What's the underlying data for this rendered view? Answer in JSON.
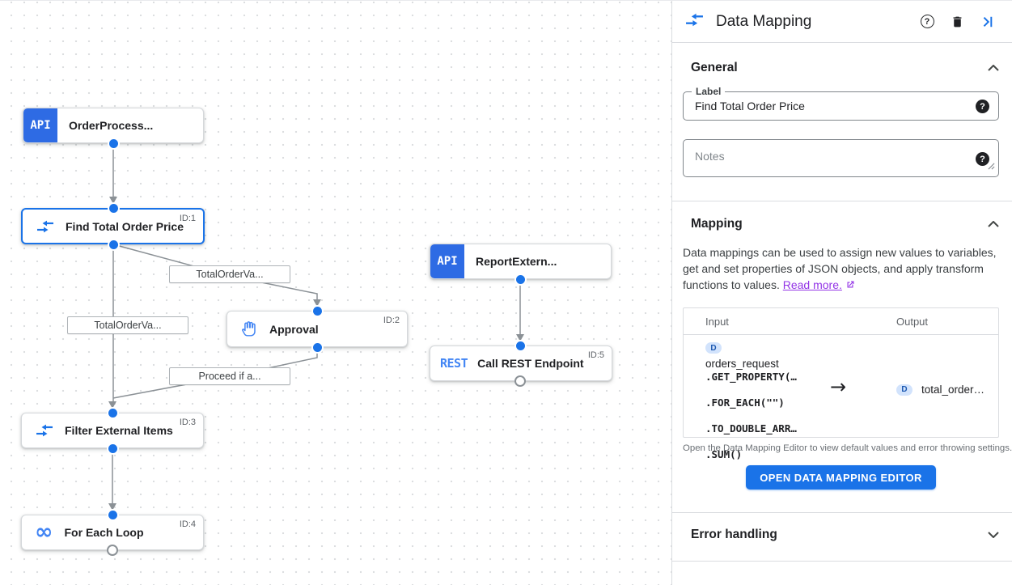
{
  "colors": {
    "accent": "#1a73e8",
    "api_badge": "#2e6be4",
    "node_icon_blue": "#4285f4",
    "link_purple": "#9334e6",
    "badge_bg": "#d2e3fc",
    "edge_gray": "#8b9196",
    "button_bg": "#1a73e8"
  },
  "icons": {
    "loop_glyph": "∞",
    "help_glyph": "?"
  },
  "canvas": {
    "nodes": [
      {
        "label": "OrderProcess...",
        "badge": "API"
      },
      {
        "label": "Find Total Order Price",
        "id": "ID:1"
      },
      {
        "label": "ReportExtern...",
        "badge": "API"
      },
      {
        "label": "Approval",
        "id": "ID:2"
      },
      {
        "label": "Call REST Endpoint",
        "id": "ID:5",
        "badge": "REST"
      },
      {
        "label": "Filter External Items",
        "id": "ID:3"
      },
      {
        "label": "For Each Loop",
        "id": "ID:4"
      }
    ],
    "edge_labels": [
      "TotalOrderVa...",
      "TotalOrderVa...",
      "Proceed if a..."
    ]
  },
  "panel": {
    "title": "Data Mapping",
    "general": {
      "section_label": "General",
      "label_field": {
        "label": "Label",
        "value": "Find Total Order Price"
      },
      "notes_field": {
        "placeholder": "Notes"
      }
    },
    "mapping": {
      "section_label": "Mapping",
      "description": "Data mappings can be used to assign new values to variables, get and set properties of JSON objects, and apply transform functions to values.",
      "read_more_label": "Read more.",
      "table": {
        "input_header": "Input",
        "output_header": "Output",
        "input_badge": "D",
        "input_variable": "orders_request",
        "input_functions": [
          ".GET_PROPERTY(…",
          ".FOR_EACH(\"\")",
          ".TO_DOUBLE_ARR…",
          ".SUM()"
        ],
        "arrow": "→",
        "output_badge": "D",
        "output_variable": "total_order…"
      },
      "hint": "Open the Data Mapping Editor to view default values and error throwing settings.",
      "button_label": "OPEN DATA MAPPING EDITOR"
    },
    "error_handling": {
      "section_label": "Error handling"
    }
  }
}
